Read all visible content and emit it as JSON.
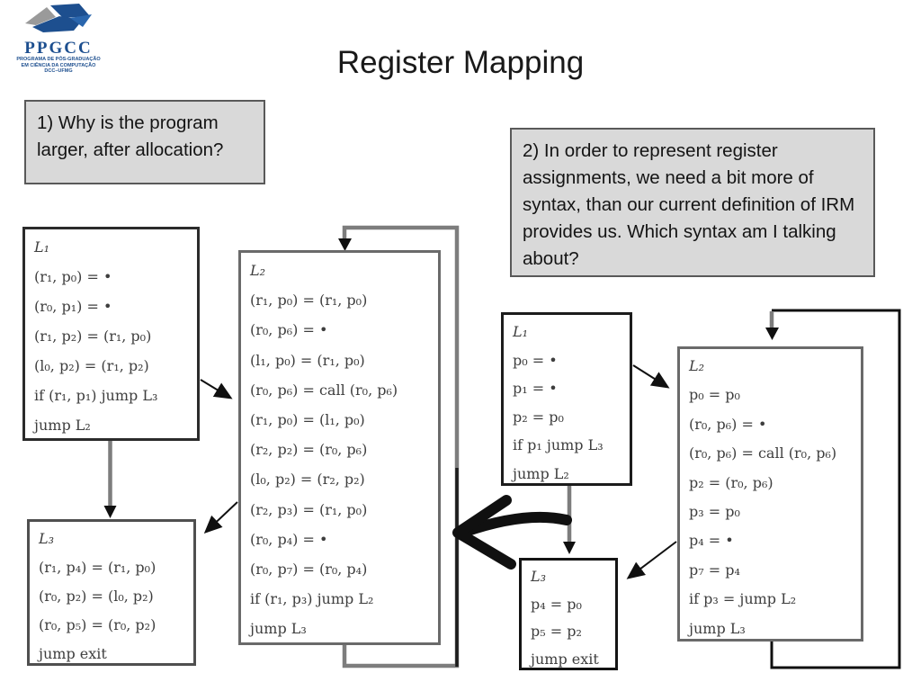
{
  "slide": {
    "title": "Register Mapping",
    "logo": {
      "acronym": "PPGCC",
      "subtitle_line1": "PROGRAMA DE PÓS-GRADUAÇÃO",
      "subtitle_line2": "EM CIÊNCIA DA COMPUTAÇÃO",
      "subtitle_line3": "DCC–UFMG"
    },
    "callouts": {
      "q1": "1) Why is the program larger, after allocation?",
      "q2": "2) In order to represent register assignments, we need a bit more of syntax, than our current definition of IRM provides us. Which syntax am I talking about?"
    }
  },
  "left_program": {
    "l1": {
      "title": "L₁",
      "lines": [
        "(r₁, p₀) = •",
        "(r₀, p₁) = •",
        "(r₁, p₂) = (r₁, p₀)",
        "(l₀, p₂) = (r₁, p₂)",
        "if (r₁, p₁) jump L₃",
        "jump L₂"
      ]
    },
    "l2": {
      "title": "L₂",
      "lines": [
        "(r₁, p₀) = (r₁, p₀)",
        "(r₀, p₆) = •",
        "(l₁, p₀) = (r₁, p₀)",
        "(r₀, p₆) = call (r₀, p₆)",
        "(r₁, p₀) = (l₁, p₀)",
        "(r₂, p₂) = (r₀, p₆)",
        "(l₀, p₂) = (r₂, p₂)",
        "(r₂, p₃) = (r₁, p₀)",
        "(r₀, p₄) = •",
        "(r₀, p₇) = (r₀, p₄)",
        "if (r₁, p₃) jump L₂",
        "jump L₃"
      ]
    },
    "l3": {
      "title": "L₃",
      "lines": [
        "(r₁, p₄) = (r₁, p₀)",
        "(r₀, p₂) = (l₀, p₂)",
        "(r₀, p₅) = (r₀, p₂)",
        "jump exit"
      ]
    }
  },
  "right_program": {
    "l1": {
      "title": "L₁",
      "lines": [
        "p₀ = •",
        "p₁ = •",
        "p₂ = p₀",
        "if p₁ jump L₃",
        "jump L₂"
      ]
    },
    "l2": {
      "title": "L₂",
      "lines": [
        "p₀ = p₀",
        "(r₀, p₆) = •",
        "(r₀, p₆) = call (r₀, p₆)",
        "p₂ = (r₀, p₆)",
        "p₃ = p₀",
        "p₄ = •",
        "p₇ = p₄",
        "if p₃ = jump L₂",
        "jump L₃"
      ]
    },
    "l3": {
      "title": "L₃",
      "lines": [
        "p₄ = p₀",
        "p₅ = p₂",
        "jump exit"
      ]
    }
  },
  "colors": {
    "connector_gray": "#7d7d7d",
    "arrow_black": "#101010",
    "callout_bg": "#d9d9d9",
    "callout_border": "#595959",
    "code_ink": "#3e3e3e",
    "logo_blue": "#1d4f8f",
    "logo_gray": "#9a9a9a"
  }
}
